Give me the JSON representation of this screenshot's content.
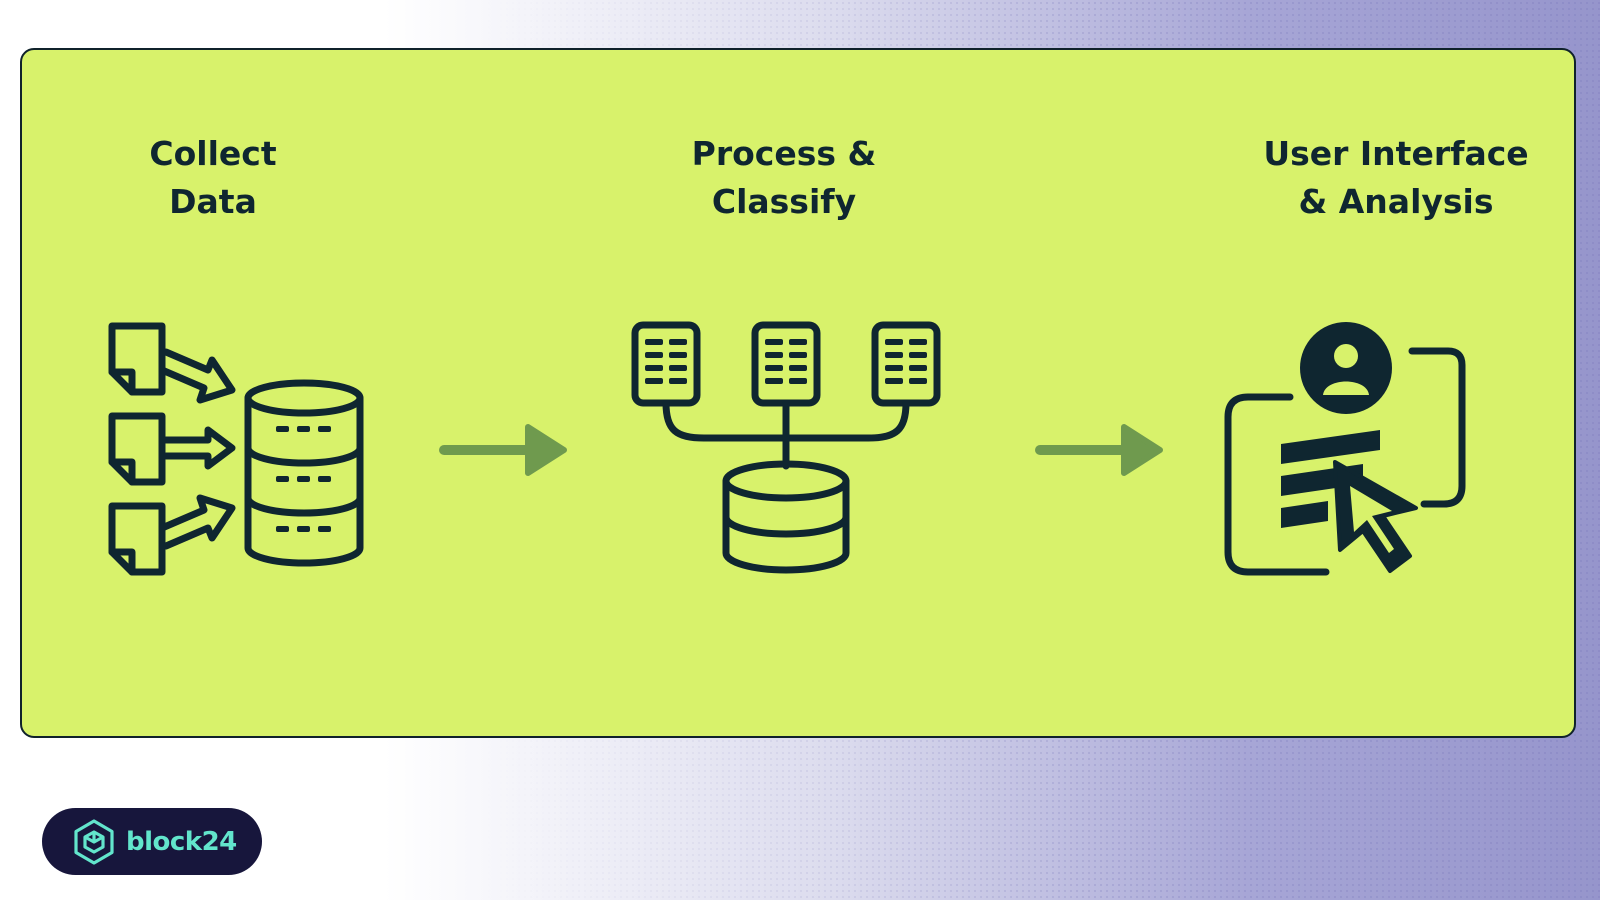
{
  "steps": [
    {
      "title_line1": "Collect",
      "title_line2": "Data",
      "icon": "collect-data-icon"
    },
    {
      "title_line1": "Process &",
      "title_line2": "Classify",
      "icon": "process-classify-icon"
    },
    {
      "title_line1": "User Interface",
      "title_line2": "& Analysis",
      "icon": "user-interface-icon"
    }
  ],
  "connectors": [
    "arrow-right-icon",
    "arrow-right-icon"
  ],
  "logo": {
    "text": "block24",
    "icon": "cube-logo-icon"
  },
  "colors": {
    "panel": "#d8f26b",
    "ink": "#0f2630",
    "arrow": "#6f9a4e",
    "logo_bg": "#17163c",
    "logo_accent": "#62e5cc"
  }
}
